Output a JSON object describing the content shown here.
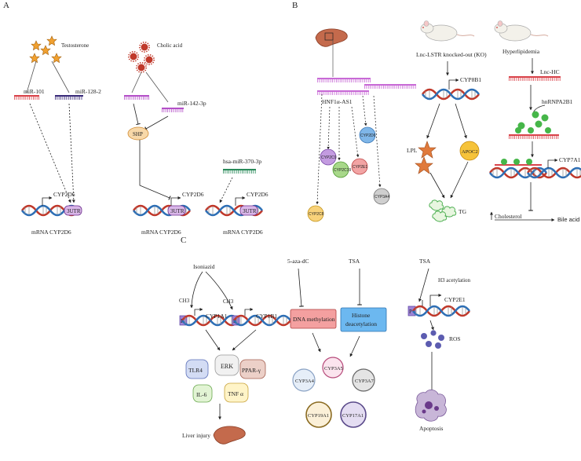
{
  "panels": {
    "a": "A",
    "b": "B",
    "c": "C"
  },
  "panel_a": {
    "testosterone": "Testosterone",
    "mir101": "miR-101",
    "mir1282": "miR-128-2",
    "cholic": "Cholic acid",
    "mir1423p": "miR-142-3p",
    "shp": "SHP",
    "hsamir": "hsa-miR-370-3p",
    "gene": "CYP2D6",
    "utr": "3UTR",
    "mrna": "mRNA CYP2D6"
  },
  "panel_b": {
    "hnf": "HNF1α-AS1",
    "cyps": [
      "CYP2D6",
      "CYP2C9",
      "CYP2C19",
      "CYP2E1",
      "CYP3A4",
      "CYP2C8"
    ],
    "ko": "Lnc-LSTR knocked-out (KO)",
    "cyp8b1": "CYP8B1",
    "lpl": "LPL",
    "apoc2": "APOC2",
    "tg": "TG",
    "hyper": "Hyperlipidemia",
    "lnchc": "Lnc-HC",
    "hnrnp": "hnRNPA2B1",
    "cyp7a1": "CYP7A1",
    "cholesterol": "Cholesterol",
    "bile": "Bile acid"
  },
  "panel_c": {
    "isoniazid": "Isoniazid",
    "ch3": "CH3",
    "cyp1a1": "CYP1A1",
    "cyp1b1": "CYP1B1",
    "p": "P",
    "erk": "ERK",
    "tlr4": "TLR4",
    "ppar": "PPAR-γ",
    "il6": "IL-6",
    "tnf": "TNF α",
    "liver": "Liver injury",
    "azadc": "5-aza-dC",
    "tsa": "TSA",
    "dnameth": "DNA methylation",
    "histone1": "Histone",
    "histone2": "deacetylation",
    "cyp3a4": "CYP3A4",
    "cyp3a5": "CYP3A5",
    "cyp3a7": "CYP3A7",
    "cyp19a1": "CYP19A1",
    "cyp17a1": "CYP17A1",
    "h3": "H3 acetylation",
    "cyp2e1": "CYP2E1",
    "ros": "ROS",
    "apoptosis": "Apoptosis"
  }
}
